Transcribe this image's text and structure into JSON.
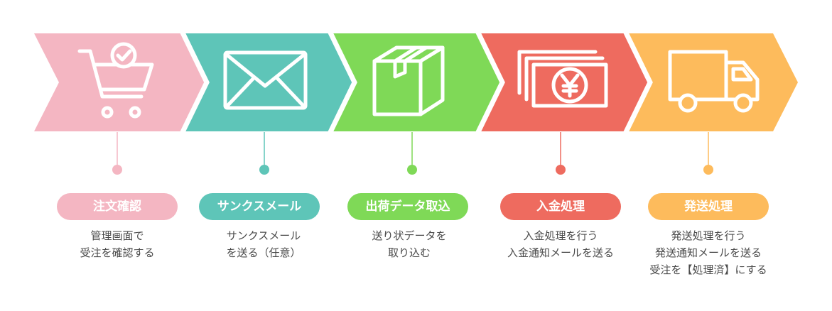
{
  "steps": [
    {
      "title": "注文確認",
      "lines": [
        "管理画面で",
        "受注を確認する"
      ],
      "color": "#f4b6c2",
      "icon": "shopping-cart-check-icon"
    },
    {
      "title": "サンクスメール",
      "lines": [
        "サンクスメール",
        "を送る（任意）"
      ],
      "color": "#5ec5b8",
      "icon": "envelope-icon"
    },
    {
      "title": "出荷データ取込",
      "lines": [
        "送り状データを",
        "取り込む"
      ],
      "color": "#7fd957",
      "icon": "cardboard-box-icon"
    },
    {
      "title": "入金処理",
      "lines": [
        "入金処理を行う",
        "入金通知メールを送る"
      ],
      "color": "#ee6b5f",
      "icon": "yen-banknotes-icon"
    },
    {
      "title": "発送処理",
      "lines": [
        "発送処理を行う",
        "発送通知メールを送る",
        "受注を【処理済】にする"
      ],
      "color": "#fdbb5c",
      "icon": "delivery-truck-icon"
    }
  ]
}
